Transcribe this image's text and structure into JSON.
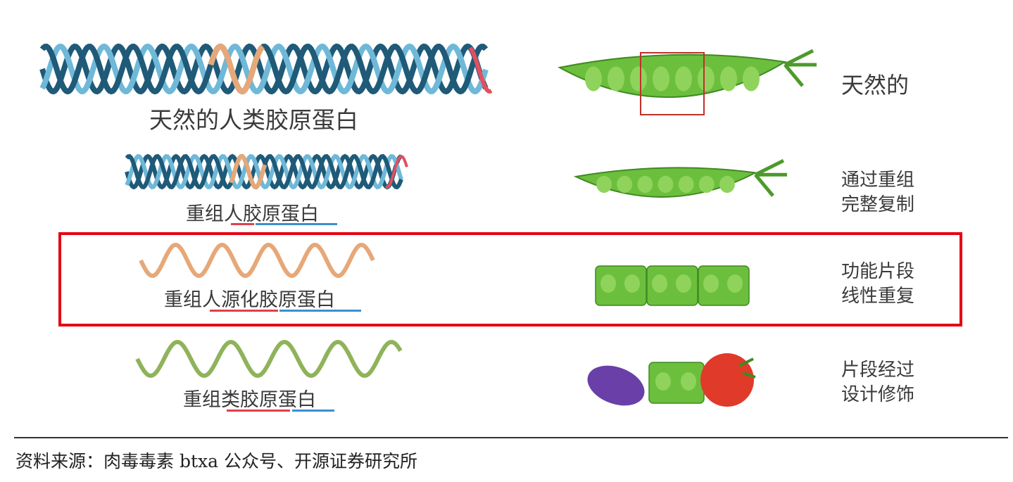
{
  "rows": [
    {
      "label": "天然的人类胶原蛋白",
      "side": [
        "天然的"
      ]
    },
    {
      "label": "重组人胶原蛋白",
      "side": [
        "通过重组",
        "完整复制"
      ]
    },
    {
      "label": "重组人源化胶原蛋白",
      "side": [
        "功能片段",
        "线性重复"
      ]
    },
    {
      "label": "重组类胶原蛋白",
      "side": [
        "片段经过",
        "设计修饰"
      ]
    }
  ],
  "source": "资料来源：肉毒毒素 btxa 公众号、开源证券研究所",
  "colors": {
    "highlight": "#e60012",
    "underline_red": "#e0404a",
    "underline_blue": "#3a8fd0",
    "helix_dark": "#1f5a78",
    "helix_light": "#6fb8d8",
    "helix_orange": "#e6a878",
    "pea": "#6cbf3c"
  }
}
